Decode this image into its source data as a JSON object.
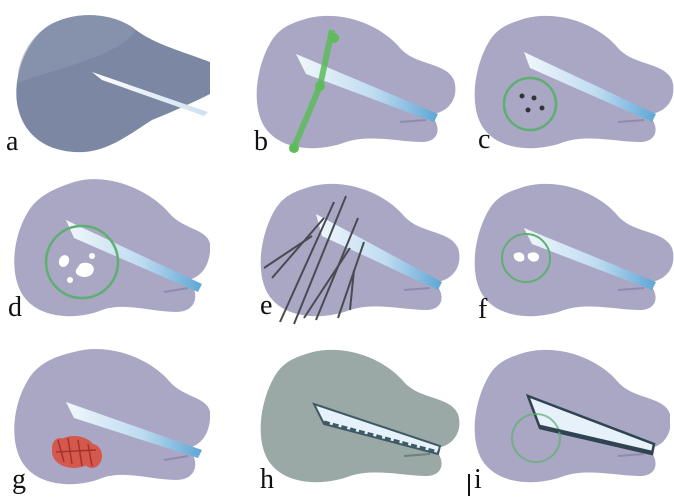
{
  "panels": [
    {
      "id": "a",
      "label": "a"
    },
    {
      "id": "b",
      "label": "b"
    },
    {
      "id": "c",
      "label": "c"
    },
    {
      "id": "d",
      "label": "d"
    },
    {
      "id": "e",
      "label": "e"
    },
    {
      "id": "f",
      "label": "f"
    },
    {
      "id": "g",
      "label": "g"
    },
    {
      "id": "h",
      "label": "h"
    },
    {
      "id": "i",
      "label": "i"
    }
  ],
  "colors": {
    "tissue": "#a9a7c4",
    "tissue_dark": "#7e8aa6",
    "tissue_grey": "#9aa8a6",
    "tissue_edge": "#bcbbd3",
    "lumen_light": "#e6f1fa",
    "lumen_blue": "#7fb9dd",
    "circle": "#5fae72",
    "suture_green": "#5dbb5a",
    "blood": "#d9503e",
    "needle": "#4a4a52"
  }
}
